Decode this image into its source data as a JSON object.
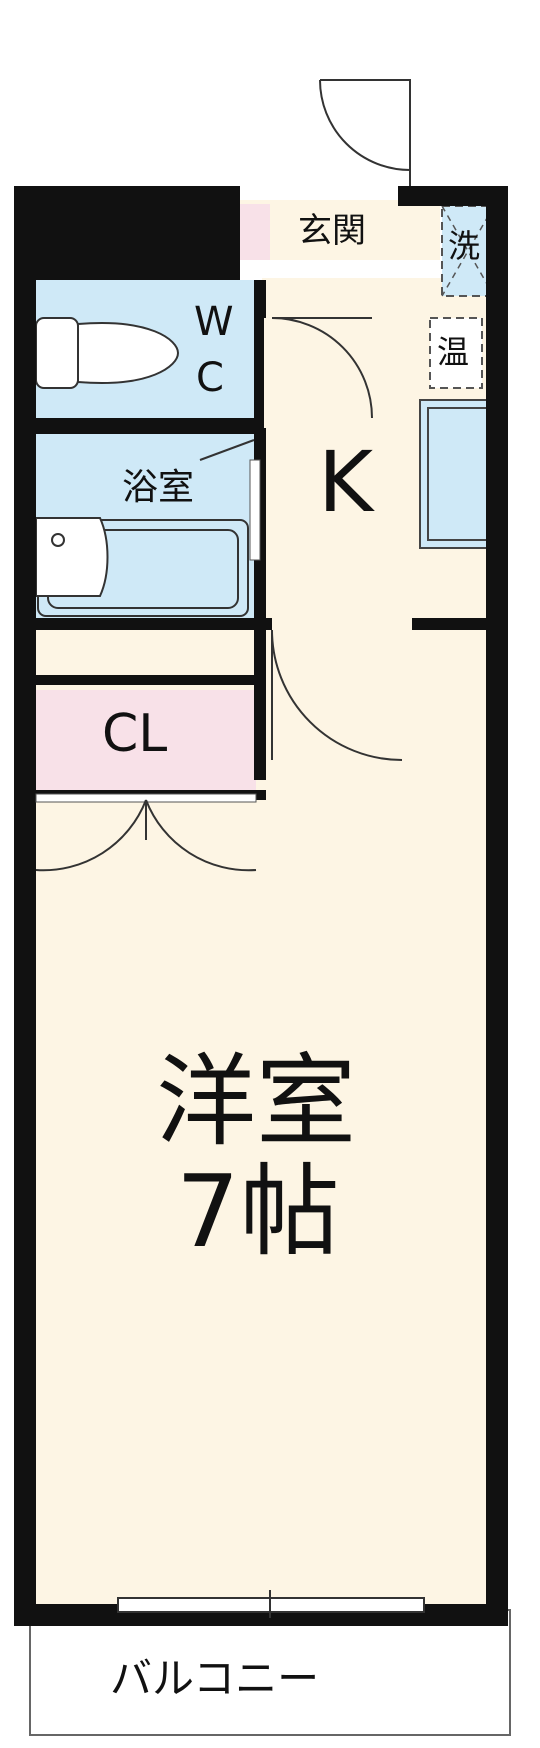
{
  "rooms": {
    "entrance": "玄関",
    "washer": "洗",
    "water_heater": "温",
    "toilet_line1": "W",
    "toilet_line2": "C",
    "bathroom": "浴室",
    "kitchen": "K",
    "closet": "CL",
    "western_room": "洋室",
    "western_room_size": "7帖",
    "balcony": "バルコニー"
  },
  "colors": {
    "wall": "#111111",
    "wet_area": "#cfe9f7",
    "closet": "#f8e1e8",
    "floor": "#fdf5e4",
    "balcony": "#ffffff"
  }
}
